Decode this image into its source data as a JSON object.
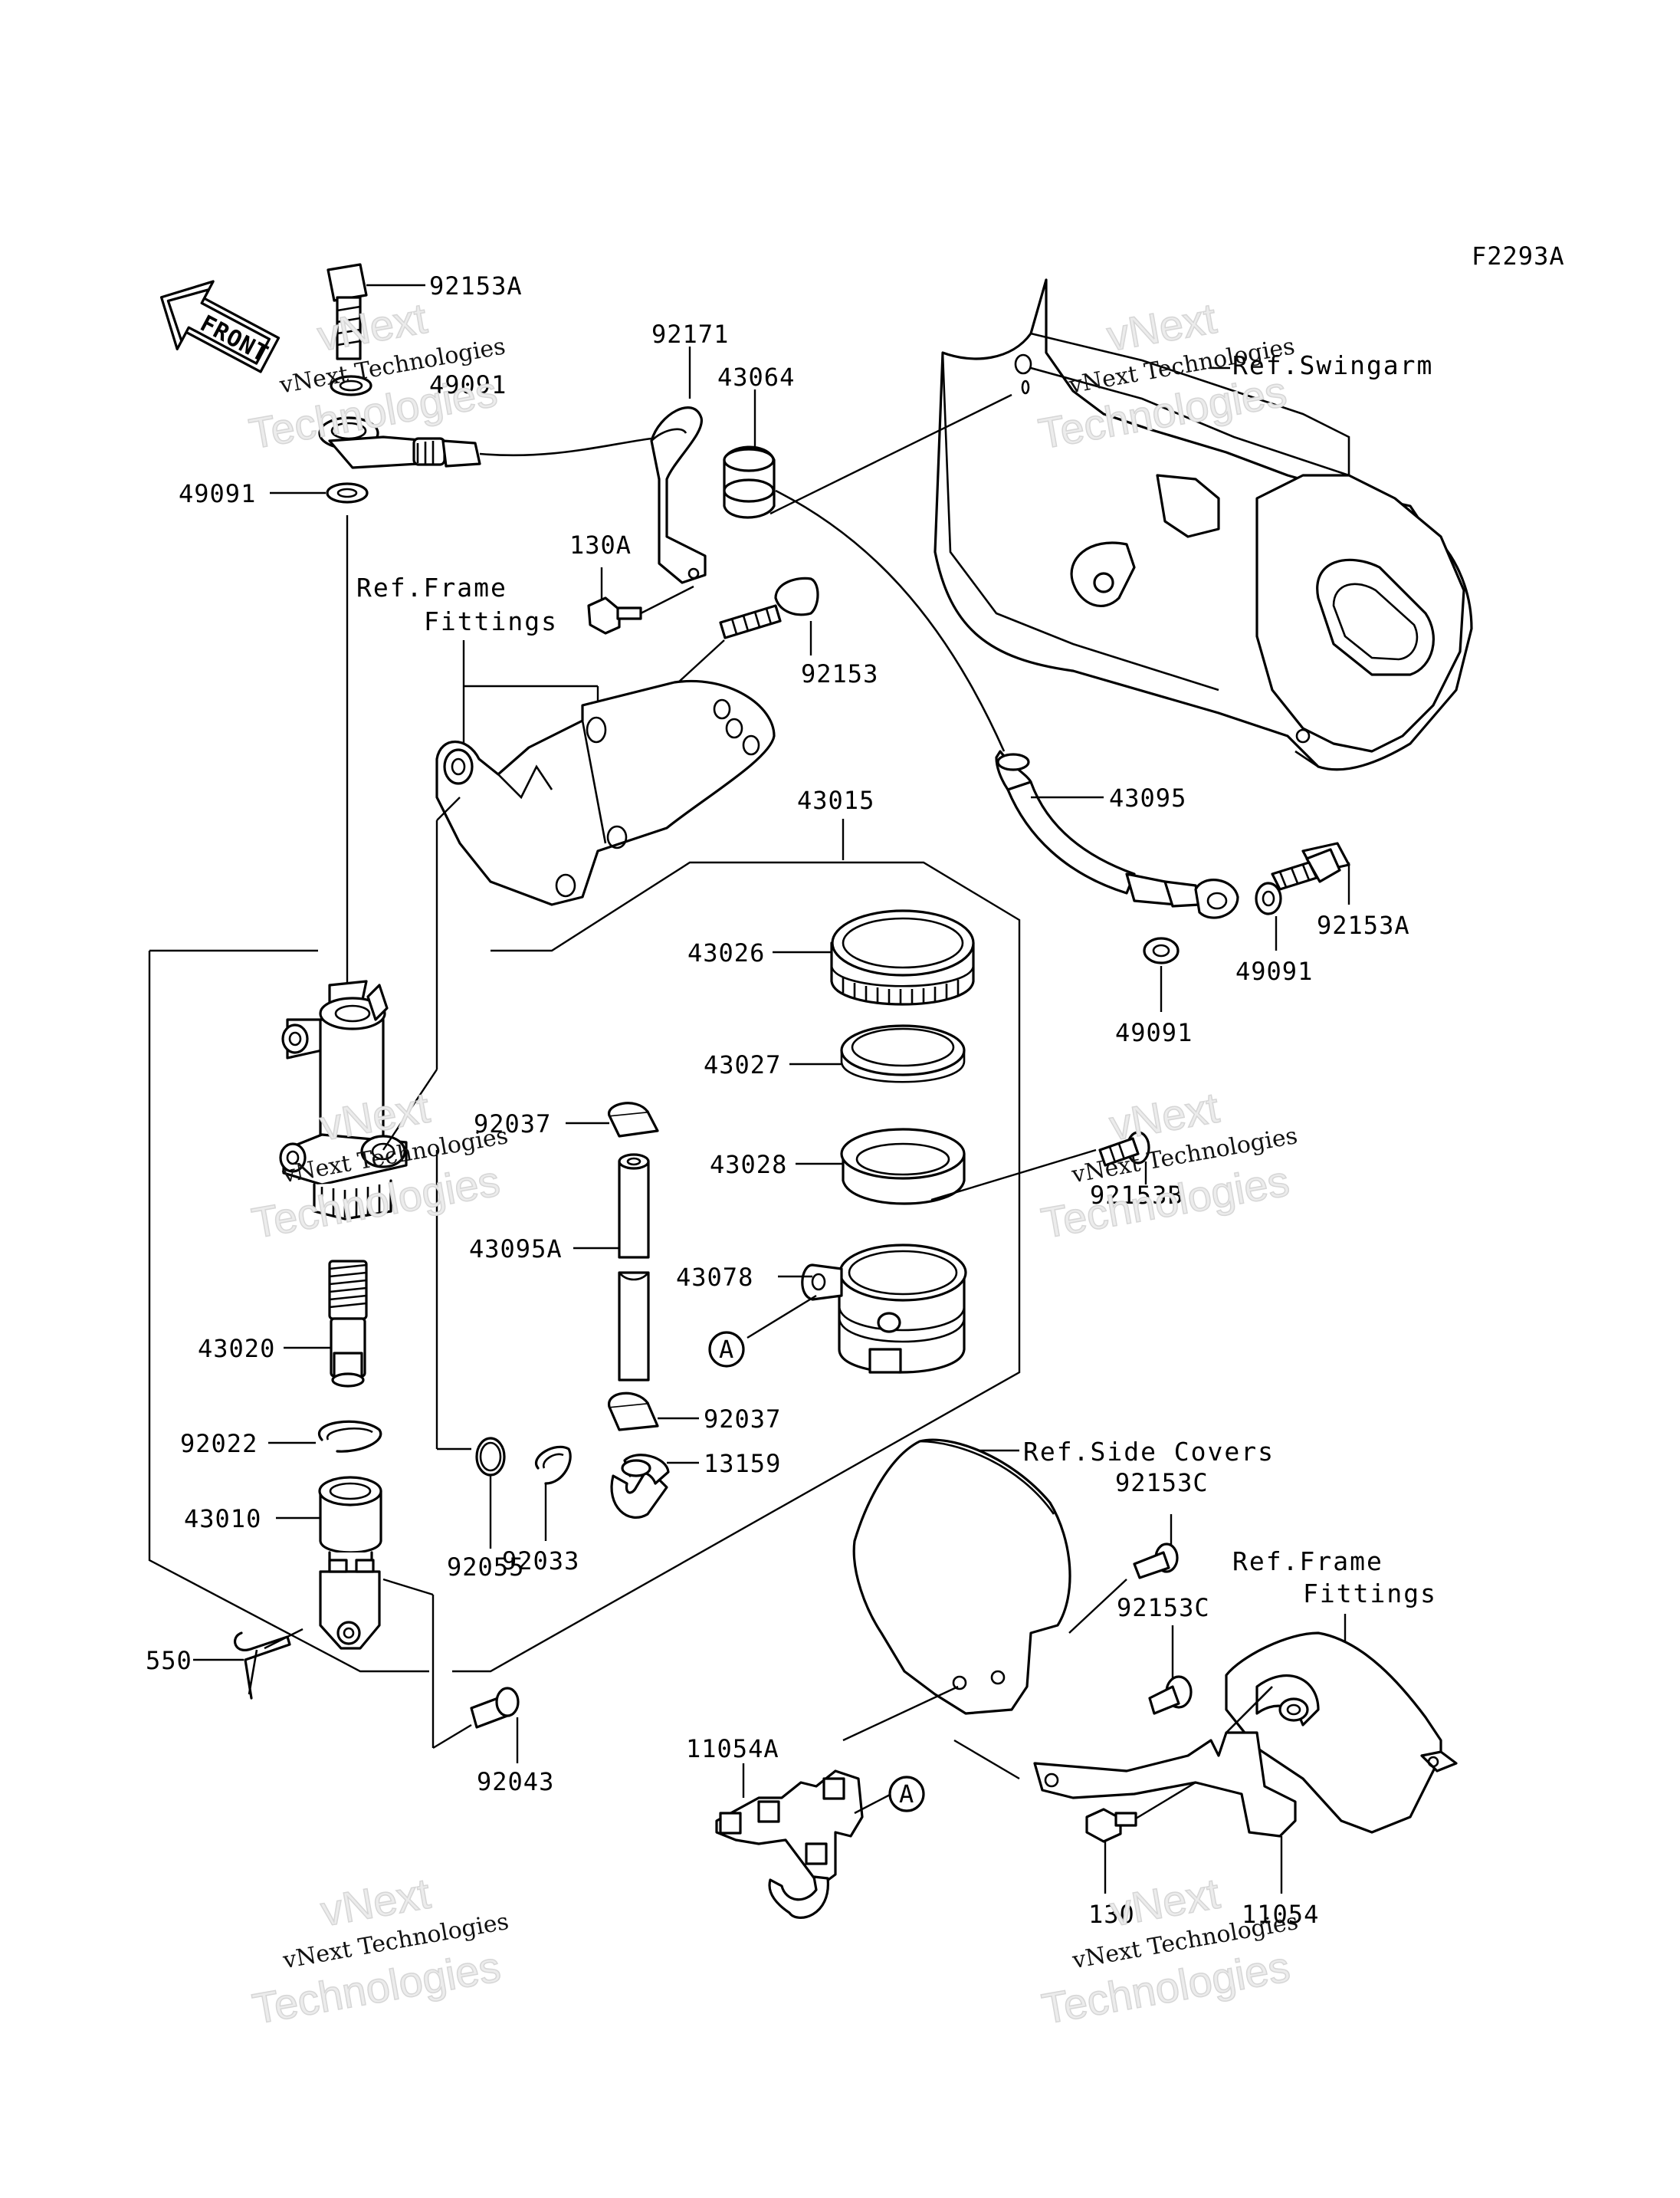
{
  "figure_code": "F2293A",
  "front_arrow_label": "FRONT",
  "parts": {
    "p92153A_top": "92153A",
    "p49091_top": "49091",
    "p49091_left": "49091",
    "p92171": "92171",
    "p43064": "43064",
    "p130A": "130A",
    "p92153": "92153",
    "p43015": "43015",
    "p43026": "43026",
    "p43027": "43027",
    "p43028": "43028",
    "p43078": "43078",
    "p92037_top": "92037",
    "p43095A": "43095A",
    "p92037_bottom": "92037",
    "p13159": "13159",
    "p43020": "43020",
    "p92022": "92022",
    "p43010": "43010",
    "p92055": "92055",
    "p92033": "92033",
    "p550": "550",
    "p92043": "92043",
    "p43095": "43095",
    "p92153A_right": "92153A",
    "p49091_right": "49091",
    "p49091_lower": "49091",
    "p92153B": "92153B",
    "p92153C_top": "92153C",
    "p92153C_mid": "92153C",
    "p11054A": "11054A",
    "p11054": "11054",
    "p130": "130"
  },
  "refs": {
    "frame_fittings_1_line1": "Ref.Frame",
    "frame_fittings_1_line2": "Fittings",
    "swingarm": "Ref.Swingarm",
    "side_covers": "Ref.Side Covers",
    "frame_fittings_2_line1": "Ref.Frame",
    "frame_fittings_2_line2": "Fittings"
  },
  "callout_A": "A",
  "watermark": {
    "line_small": "vNext Technologies",
    "line_large": "vNext",
    "line_large2": "Technologies"
  }
}
